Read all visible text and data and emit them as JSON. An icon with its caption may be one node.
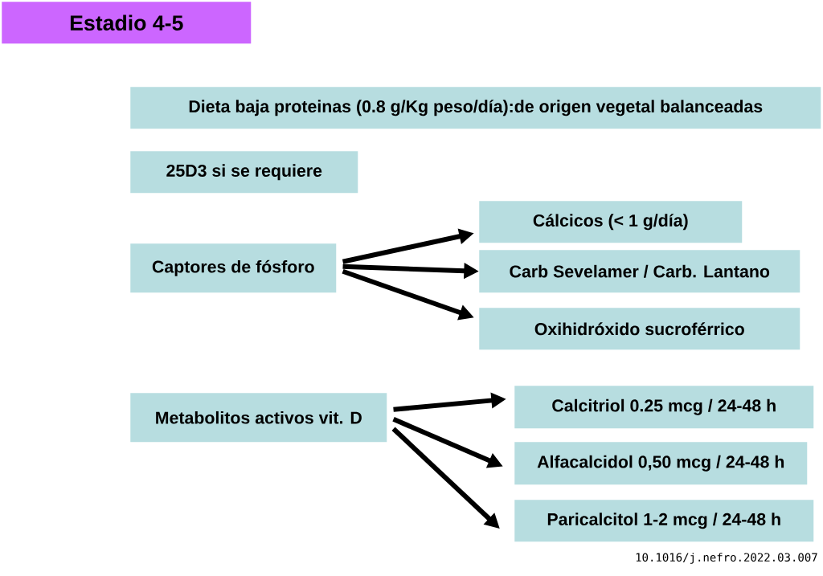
{
  "diagram": {
    "nodes": [
      {
        "text": [
          "Estadio 4-5"
        ]
      },
      {
        "text": [
          "Dieta baja proteinas (0.8 g/Kg peso/día):de origen vegetal balanceadas"
        ]
      },
      {
        "text": [
          "25D3 si se requiere"
        ]
      },
      {
        "text": [
          "Captores de fósforo"
        ]
      },
      {
        "text": [
          "Cálcicos (< 1 g/día)"
        ]
      },
      {
        "text": [
          "Carb Sevelamer / Carb. Lantano"
        ]
      },
      {
        "text": [
          "Oxihidróxido sucroférrico"
        ]
      },
      {
        "text": [
          "Metabolitos activos vit. D"
        ]
      },
      {
        "text": [
          "Calcitriol 0.25 mcg / 24-48 h"
        ]
      },
      {
        "text": [
          "Alfacalcidol 0,50 mcg / 24-48 h"
        ]
      },
      {
        "text": [
          "Paricalcitol 1-2 mcg / 24-48 h"
        ]
      }
    ],
    "edges": [
      {
        "from": 3,
        "to": 4,
        "arrow": "to"
      },
      {
        "from": 3,
        "to": 5,
        "arrow": "to"
      },
      {
        "from": 3,
        "to": 6,
        "arrow": "to"
      },
      {
        "from": 7,
        "to": 8,
        "arrow": "to"
      },
      {
        "from": 7,
        "to": 9,
        "arrow": "to"
      },
      {
        "from": 7,
        "to": 10,
        "arrow": "to"
      }
    ],
    "labels": [
      "10.1016/j.nefro.2022.03.007"
    ]
  }
}
